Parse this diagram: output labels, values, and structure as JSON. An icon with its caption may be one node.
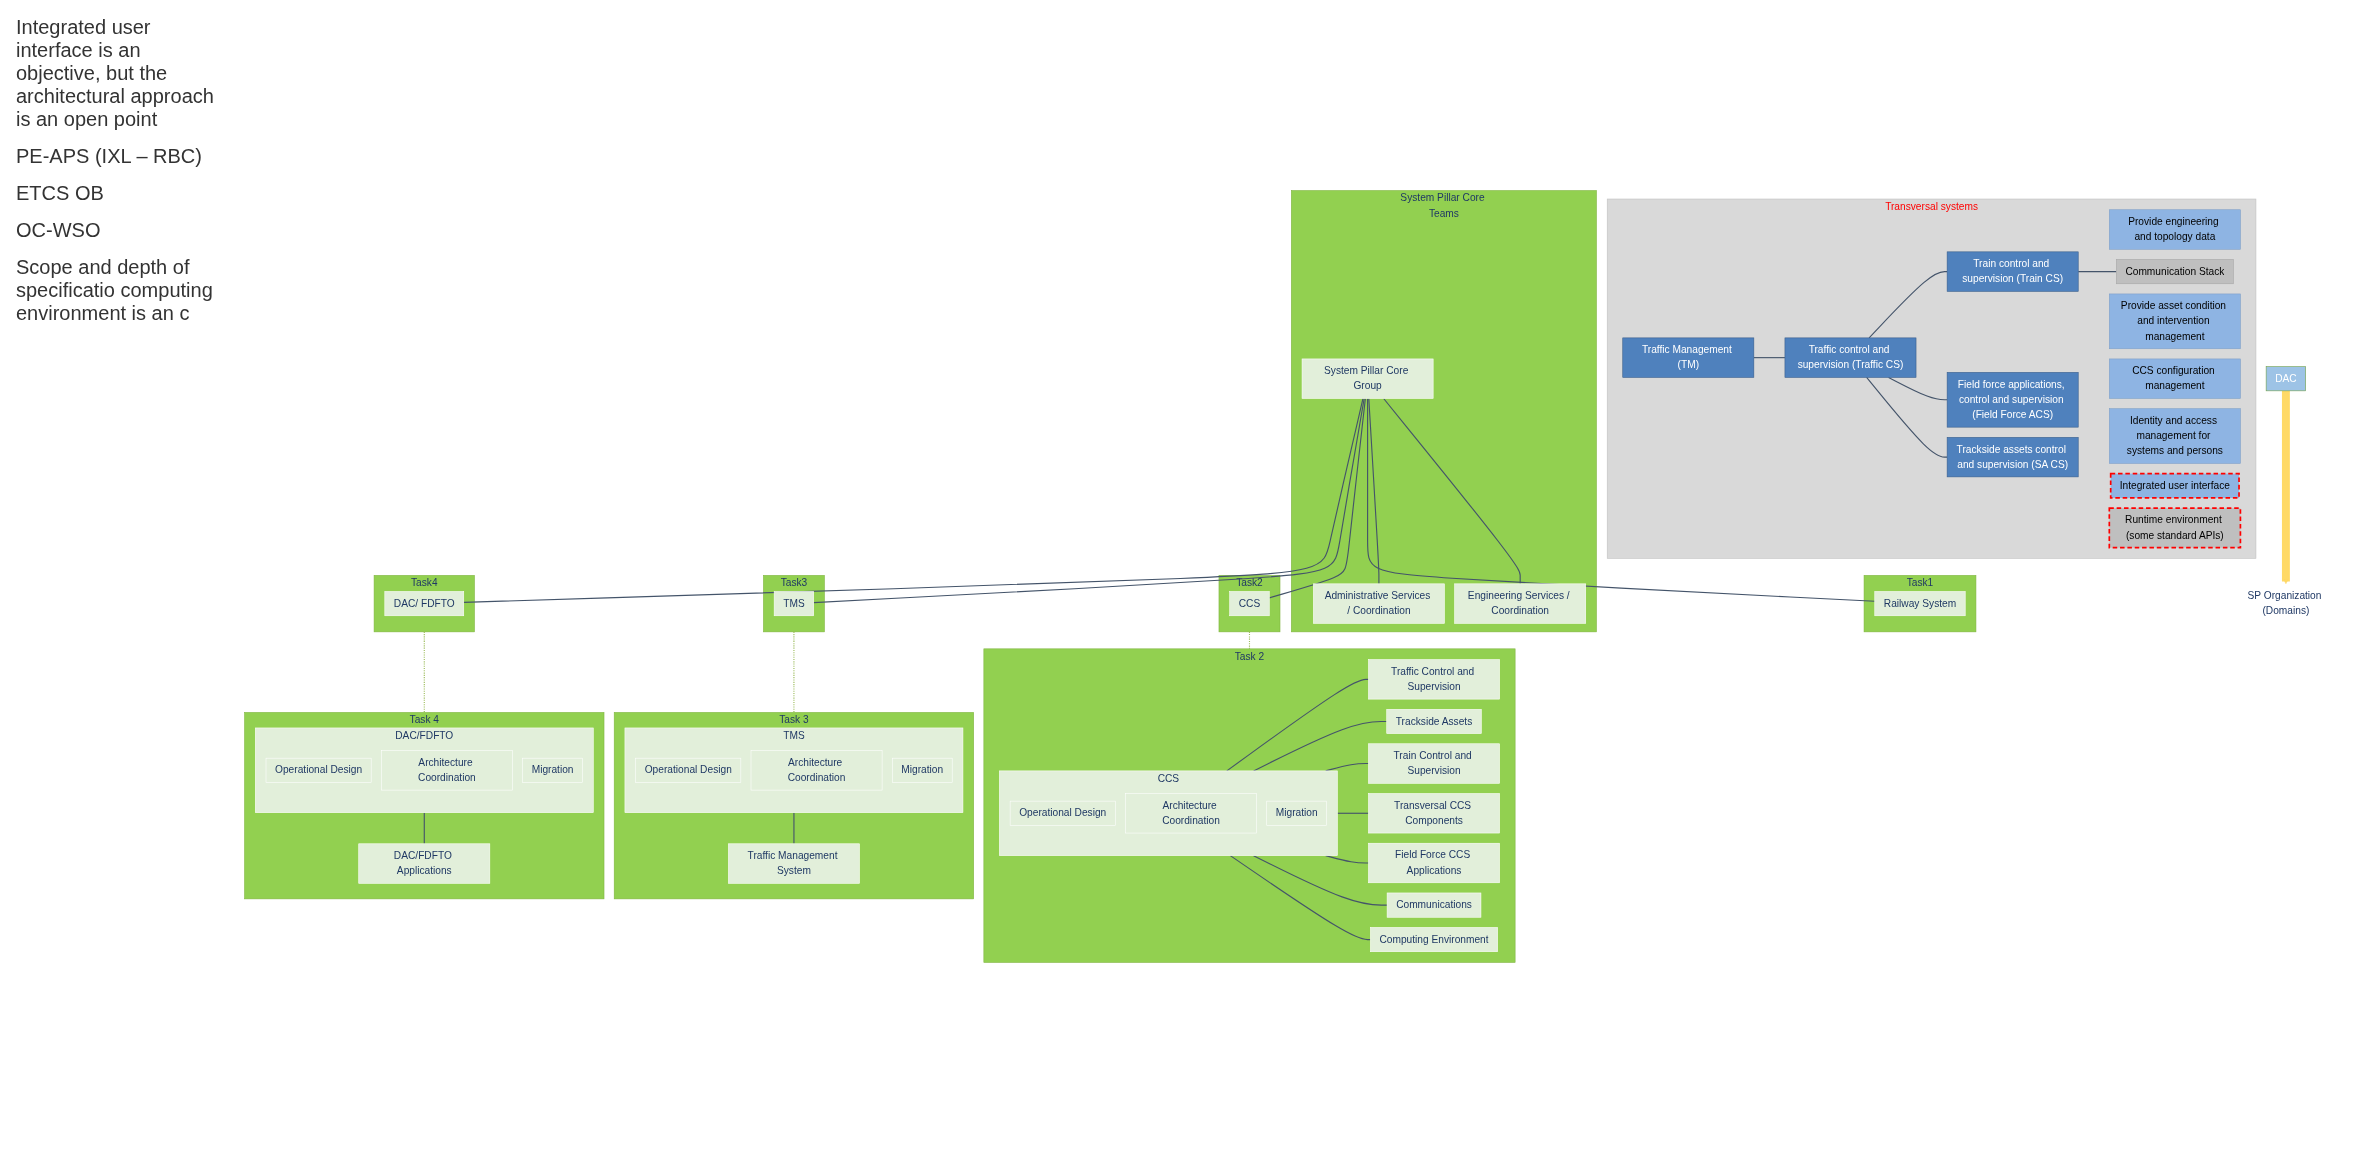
{
  "diagram": {
    "nodes": [
      {
        "text": [
          "Transversal systems"
        ]
      },
      {
        "text": [
          "Provide engineering and topology data"
        ],
        "in": 0
      },
      {
        "text": [
          "Provide asset condition and intervention management"
        ],
        "in": 0
      },
      {
        "text": [
          "CCS configuration management"
        ],
        "in": 0
      },
      {
        "text": [
          "Identity and access management for systems and persons"
        ],
        "in": 0
      },
      {
        "text": [
          "Integrated user interface"
        ],
        "in": 0
      },
      {
        "text": [
          "Traffic Management (TM)"
        ],
        "in": 0
      },
      {
        "text": [
          "Traffic control and supervision (Traffic CS)"
        ],
        "in": 0
      },
      {
        "text": [
          "Train control and supervision (Train CS)"
        ],
        "in": 0
      },
      {
        "text": [
          "Field force applications, control and supervision (Field Force ACS)"
        ],
        "in": 0
      },
      {
        "text": [
          "Trackside assets control and supervision (SA CS)"
        ],
        "in": 0
      },
      {
        "text": [
          "Communication Stack"
        ],
        "in": 0
      },
      {
        "text": [
          "Runtime environment (some standard APIs)"
        ],
        "in": 0
      },
      {
        "text": [
          "DAC"
        ]
      },
      {
        "text": [
          "SP Organization (Domains)"
        ]
      },
      {
        "text": [
          "System Pillar Core Teams"
        ]
      },
      {
        "text": [
          "System Pillar Core Group"
        ],
        "in": 15
      },
      {
        "text": [
          "Engineering Services / Coordination"
        ],
        "in": 15
      },
      {
        "text": [
          "Administrative Services / Coordination"
        ],
        "in": 15
      },
      {
        "text": [
          "Task1"
        ]
      },
      {
        "text": [
          "Railway System"
        ],
        "in": 19
      },
      {
        "text": [
          "Task2"
        ]
      },
      {
        "text": [
          "CCS"
        ],
        "in": 21
      },
      {
        "text": [
          "Task3"
        ]
      },
      {
        "text": [
          "TMS"
        ],
        "in": 23
      },
      {
        "text": [
          "Task4"
        ]
      },
      {
        "text": [
          "DAC/ FDFTO"
        ],
        "in": 25
      },
      {
        "text": [
          "Task 2"
        ]
      },
      {
        "text": [
          "CCS"
        ],
        "in": 27
      },
      {
        "text": [
          "Operational Design"
        ],
        "in": 28
      },
      {
        "text": [
          "Architecture Coordination"
        ],
        "in": 28
      },
      {
        "text": [
          "Migration"
        ],
        "in": 28
      },
      {
        "text": [
          "Traffic Control and Supervision"
        ],
        "in": 27
      },
      {
        "text": [
          "Trackside Assets"
        ],
        "in": 27
      },
      {
        "text": [
          "Train Control and Supervision"
        ],
        "in": 27
      },
      {
        "text": [
          "Transversal CCS Components"
        ],
        "in": 27
      },
      {
        "text": [
          "Field Force CCS Applications"
        ],
        "in": 27
      },
      {
        "text": [
          "Communications"
        ],
        "in": 27
      },
      {
        "text": [
          "Computing Environment"
        ],
        "in": 27
      },
      {
        "text": [
          "Task 3"
        ]
      },
      {
        "text": [
          "TMS"
        ],
        "in": 39
      },
      {
        "text": [
          "Operational Design"
        ],
        "in": 40
      },
      {
        "text": [
          "Architecture Coordination"
        ],
        "in": 40
      },
      {
        "text": [
          "Migration"
        ],
        "in": 40
      },
      {
        "text": [
          "Traffic Management System"
        ],
        "in": 39
      },
      {
        "text": [
          "Task 4"
        ]
      },
      {
        "text": [
          "DAC/FDFTO"
        ],
        "in": 45
      },
      {
        "text": [
          "Operational Design"
        ],
        "in": 46
      },
      {
        "text": [
          "Architecture Coordination"
        ],
        "in": 46
      },
      {
        "text": [
          "Migration"
        ],
        "in": 46
      },
      {
        "text": [
          "DAC/FDFTO Applications"
        ],
        "in": 45
      }
    ],
    "edges": [
      {
        "from": 6,
        "to": 7,
        "arrow": "none"
      },
      {
        "from": 7,
        "to": 8,
        "arrow": "none"
      },
      {
        "from": 7,
        "to": 9,
        "arrow": "none"
      },
      {
        "from": 7,
        "to": 10,
        "arrow": "none"
      },
      {
        "from": 8,
        "to": 11,
        "arrow": "none"
      },
      {
        "from": 13,
        "to": 14,
        "arrow": "to",
        "style": "thick",
        "color": "#ffd966"
      },
      {
        "from": 16,
        "to": 17,
        "arrow": "none"
      },
      {
        "from": 16,
        "to": 18,
        "arrow": "none"
      },
      {
        "from": 16,
        "to": 20,
        "arrow": "none"
      },
      {
        "from": 16,
        "to": 22,
        "arrow": "none"
      },
      {
        "from": 16,
        "to": 24,
        "arrow": "none"
      },
      {
        "from": 16,
        "to": 26,
        "arrow": "none"
      },
      {
        "from": 21,
        "to": 27,
        "arrow": "none",
        "style": "dashed",
        "color": "#9bbb59"
      },
      {
        "from": 23,
        "to": 39,
        "arrow": "none",
        "style": "dashed",
        "color": "#9bbb59"
      },
      {
        "from": 25,
        "to": 45,
        "arrow": "none",
        "style": "dashed",
        "color": "#9bbb59"
      },
      {
        "from": 28,
        "to": 32,
        "arrow": "none"
      },
      {
        "from": 28,
        "to": 33,
        "arrow": "none"
      },
      {
        "from": 28,
        "to": 34,
        "arrow": "none"
      },
      {
        "from": 28,
        "to": 35,
        "arrow": "none"
      },
      {
        "from": 28,
        "to": 36,
        "arrow": "none"
      },
      {
        "from": 28,
        "to": 37,
        "arrow": "none"
      },
      {
        "from": 28,
        "to": 38,
        "arrow": "none"
      },
      {
        "from": 40,
        "to": 44,
        "arrow": "none"
      },
      {
        "from": 46,
        "to": 50,
        "arrow": "none"
      }
    ],
    "labels": [
      "Integrated user interface is an objective, but the architectural approach is an open point",
      "PE-APS (IXL – RBC)",
      "ETCS OB",
      "OC-WSO",
      "Scope and depth of specificatio computing environment is an c"
    ]
  }
}
